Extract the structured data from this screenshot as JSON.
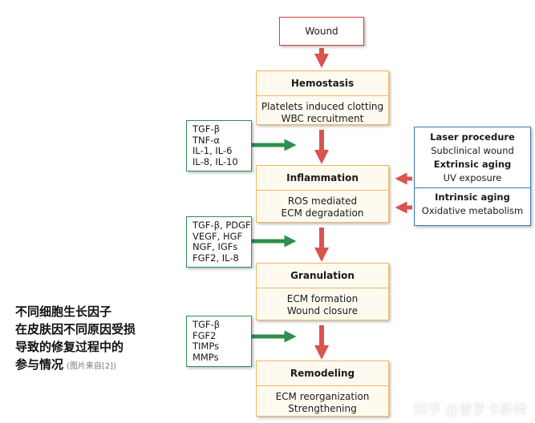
{
  "wound": "Wound",
  "stages": [
    {
      "title": "Hemostasis",
      "lines": [
        "Platelets induced clotting",
        "WBC recruitment"
      ]
    },
    {
      "title": "Inflammation",
      "lines": [
        "ROS mediated",
        "ECM degradation"
      ]
    },
    {
      "title": "Granulation",
      "lines": [
        "ECM formation",
        "Wound closure"
      ]
    },
    {
      "title": "Remodeling",
      "lines": [
        "ECM reorganization",
        "Strengthening"
      ]
    }
  ],
  "factors": [
    {
      "lines": [
        "TGF-β",
        "TNF-α",
        "IL-1, IL-6",
        "IL-8, IL-10"
      ]
    },
    {
      "lines": [
        "TGF-β, PDGF",
        "VEGF, HGF",
        "NGF, IGFs",
        "FGF2, IL-8"
      ]
    },
    {
      "lines": [
        "TGF-β",
        "FGF2",
        "TIMPs",
        "MMPs"
      ]
    }
  ],
  "causes": [
    {
      "title": "Laser procedure",
      "detail": "Subclinical wound"
    },
    {
      "title": "Extrinsic aging",
      "detail": "UV exposure"
    },
    {
      "title": "Intrinsic aging",
      "detail": "Oxidative metabolism"
    }
  ],
  "note": {
    "lines": [
      "不同细胞生长因子",
      "在皮肤因不同原因受损",
      "导致的修复过程中的",
      "参与情况"
    ],
    "source": "(图片来自[2])"
  },
  "watermark": "知乎 @普罗卡斯特",
  "colors": {
    "stage_border": "#f0b860",
    "stage_fill": "#fffaf0",
    "wound_border": "#d83c3c",
    "factor_border": "#2e8f4c",
    "cause_border": "#3a78b8",
    "red_arrow": "#d9534f",
    "green_arrow": "#2e8f4c"
  }
}
